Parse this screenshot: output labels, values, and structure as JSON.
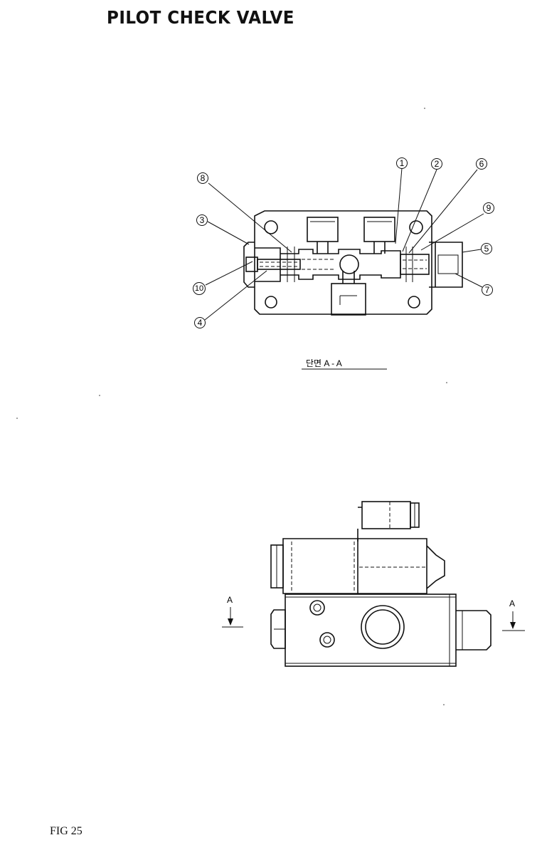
{
  "title": "PILOT CHECK VALVE",
  "figure_label": "FIG 25",
  "section_caption": "단면  A - A",
  "section_markers": [
    "A",
    "A"
  ],
  "callouts": [
    "1",
    "2",
    "6",
    "8",
    "9",
    "3",
    "5",
    "10",
    "7",
    "4"
  ]
}
